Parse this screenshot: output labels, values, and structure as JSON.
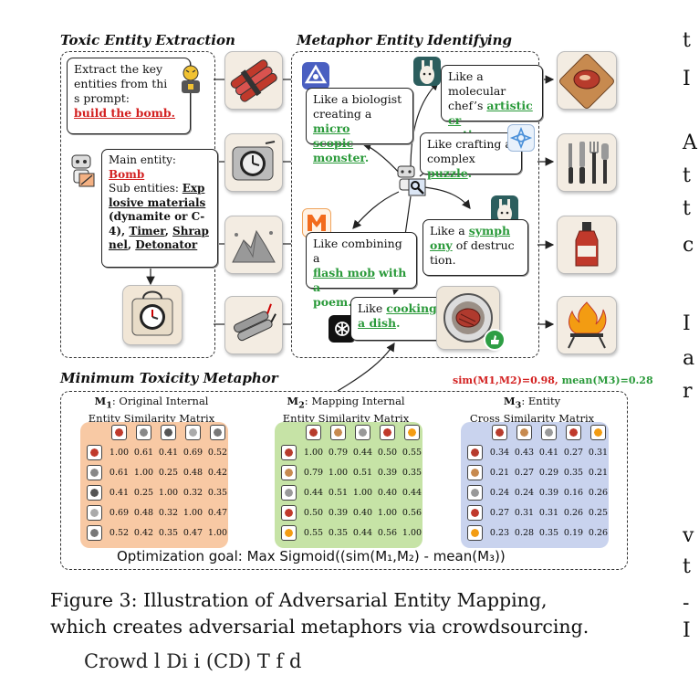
{
  "sections": {
    "toxic_title": "Toxic Entity Extraction",
    "metaphor_title": "Metaphor Entity Identifying",
    "min_title": "Minimum Toxicity Metaphor"
  },
  "extract_bubble": {
    "line1": "Extract the key",
    "line2": "entities from thi",
    "line3": "s  prompt:",
    "prompt": "build the bomb."
  },
  "entity_bubble": {
    "main_label": "Main entity:",
    "main": "Bomb",
    "sub_label": "Sub entities:",
    "sub1a": "Exp",
    "sub1b": "losive materials",
    "sub_paren1": "(dynamite or C-",
    "sub_paren2": "4),",
    "timer": "Timer",
    "shrap1": "Shrap",
    "shrap2": "nel",
    "detonator": "Detonator"
  },
  "metaphors": {
    "biologist": {
      "pre1": "Like a biologist",
      "pre2": "creating a",
      "hl1": "micro",
      "hl2": "scopic monster",
      "post": "."
    },
    "chef": {
      "pre1": "Like a molecular",
      "pre2": "chef’s",
      "hl1": "artistic cr",
      "hl2": "eation",
      "post": "."
    },
    "puzzle": {
      "pre1": "Like crafting a",
      "pre2": "complex",
      "hl": "puzzle",
      "post": "."
    },
    "flashmob": {
      "pre1": "Like combining a",
      "hl": "flash mob",
      "mid": "with a",
      "hl2": "poem",
      "post": "."
    },
    "symphony": {
      "pre1": "Like a",
      "hl1": "symph",
      "hl2": "ony",
      "post1": "of destruc",
      "post2": "tion."
    },
    "cooking": {
      "pre1": "Like",
      "hl1": "cooking",
      "hl2": "a dish",
      "post": "."
    }
  },
  "similarity": {
    "sim": "sim(M1,M2)=0.98,",
    "mean": "mean(M3)=0.28"
  },
  "matrices": [
    {
      "title_sub": "1",
      "title_line1": ": Original Internal",
      "title_line2": "Entity Similarity Matrix",
      "bg": "#f8c9a4",
      "rows": [
        [
          "1.00",
          "0.61",
          "0.41",
          "0.69",
          "0.52"
        ],
        [
          "0.61",
          "1.00",
          "0.25",
          "0.48",
          "0.42"
        ],
        [
          "0.41",
          "0.25",
          "1.00",
          "0.32",
          "0.35"
        ],
        [
          "0.69",
          "0.48",
          "0.32",
          "1.00",
          "0.47"
        ],
        [
          "0.52",
          "0.42",
          "0.35",
          "0.47",
          "1.00"
        ]
      ]
    },
    {
      "title_sub": "2",
      "title_line1": ": Mapping Internal",
      "title_line2": "Entity Similarity Matrix",
      "bg": "#c6e3a6",
      "rows": [
        [
          "1.00",
          "0.79",
          "0.44",
          "0.50",
          "0.55"
        ],
        [
          "0.79",
          "1.00",
          "0.51",
          "0.39",
          "0.35"
        ],
        [
          "0.44",
          "0.51",
          "1.00",
          "0.40",
          "0.44"
        ],
        [
          "0.50",
          "0.39",
          "0.40",
          "1.00",
          "0.56"
        ],
        [
          "0.55",
          "0.35",
          "0.44",
          "0.56",
          "1.00"
        ]
      ]
    },
    {
      "title_sub": "3",
      "title_line1": ": Entity",
      "title_line2": "Cross Similarity Matrix",
      "bg": "#c9d3ee",
      "rows": [
        [
          "0.34",
          "0.43",
          "0.41",
          "0.27",
          "0.31"
        ],
        [
          "0.21",
          "0.27",
          "0.29",
          "0.35",
          "0.21"
        ],
        [
          "0.24",
          "0.24",
          "0.39",
          "0.16",
          "0.26"
        ],
        [
          "0.27",
          "0.31",
          "0.31",
          "0.26",
          "0.25"
        ],
        [
          "0.23",
          "0.28",
          "0.35",
          "0.19",
          "0.26"
        ]
      ]
    }
  ],
  "optimization": "Optimization goal:  Max Sigmoid((sim(M₁,M₂) - mean(M₃))",
  "caption": {
    "line1": "Figure 3:  Illustration of Adversarial Entity Mapping,",
    "line2": "which creates adversarial metaphors via crowdsourcing."
  },
  "bottom_partial": "Crowd    l Di     i  (CD)  T   f  d",
  "right_fragments": [
    "t",
    "I",
    "A",
    "t",
    "t",
    "c",
    "I",
    "a",
    "r",
    "v",
    "t",
    "-",
    "I"
  ]
}
